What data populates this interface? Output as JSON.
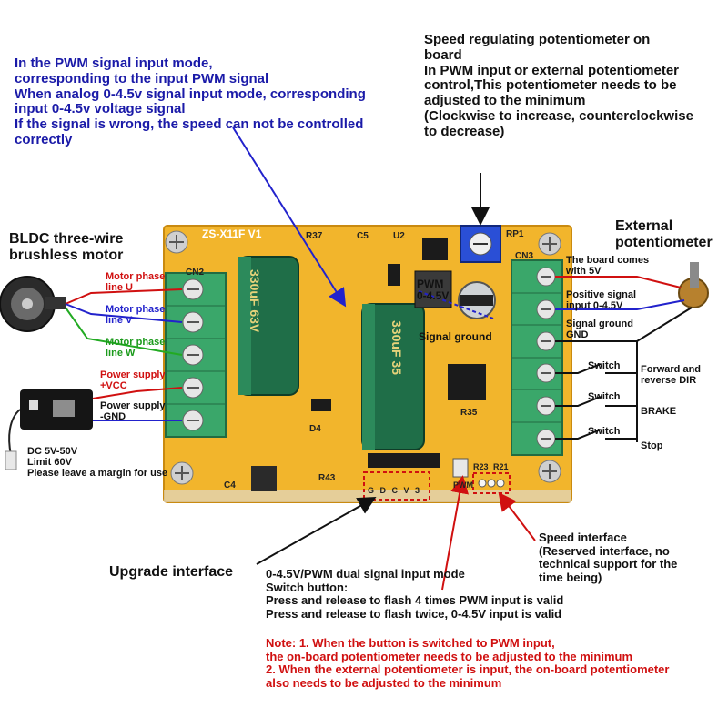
{
  "top_note": {
    "lines": [
      "In the PWM signal input mode,",
      "corresponding to the input PWM signal",
      "When analog 0-4.5v signal input mode, corresponding",
      "input 0-4.5v voltage signal",
      "If the signal is wrong, the speed can not be controlled",
      "correctly"
    ]
  },
  "pot_note": {
    "lines": [
      "Speed regulating potentiometer on",
      "board",
      "In PWM input or external potentiometer",
      "control,This potentiometer needs to be",
      "adjusted to the minimum",
      "(Clockwise to increase, counterclockwise",
      "to decrease)"
    ]
  },
  "motor": {
    "lines": [
      "BLDC three-wire",
      "brushless motor"
    ]
  },
  "ext_pot": {
    "lines": [
      "External",
      "potentiometer"
    ]
  },
  "left_labels": {
    "phase_u": [
      "Motor phase",
      "line U"
    ],
    "phase_v": [
      "Motor phase",
      "line V"
    ],
    "phase_w": [
      "Motor phase",
      "line W"
    ],
    "vcc": [
      "Power supply",
      "+VCC"
    ],
    "gnd": [
      "Power supply",
      "-GND"
    ]
  },
  "power": {
    "lines": [
      "DC 5V-50V",
      "Limit 60V",
      "Please leave a margin for use"
    ]
  },
  "right_labels": {
    "five_v": [
      "The board comes",
      "with 5V"
    ],
    "signal": [
      "Positive signal",
      "input 0-4.5V"
    ],
    "ground": [
      "Signal ground",
      "GND"
    ],
    "switch": "Switch",
    "dir": [
      "Forward and",
      "reverse DIR"
    ],
    "brake": "BRAKE",
    "stop": "Stop"
  },
  "board_overlay": {
    "pwm": [
      "PWM",
      "0-4.5V"
    ],
    "signal_ground": "Signal ground"
  },
  "board_silk": {
    "model": "ZS-X11F V1",
    "cap_text": "330uF 63V",
    "cap_text2": "330uF 35",
    "r37": "R37",
    "c5": "C5",
    "u2": "U2",
    "rp1": "RP1",
    "cn2": "CN2",
    "cn3": "CN3",
    "d4": "D4",
    "r35": "R35",
    "c4": "C4",
    "r43": "R43",
    "pwm_sw": "PWM",
    "r23": "R23",
    "r21": "R21",
    "upgrade_pins": "G D C V 3"
  },
  "upgrade": {
    "label": "Upgrade interface"
  },
  "mode_note": {
    "lines": [
      "0-4.5V/PWM dual signal input mode",
      "Switch button:",
      "Press and release to flash 4 times PWM input is valid",
      "Press and release to flash twice, 0-4.5V input is valid"
    ]
  },
  "speed_if": {
    "lines": [
      "Speed interface",
      "(Reserved interface, no",
      "technical support for the",
      "time being)"
    ]
  },
  "warn_note": {
    "lines": [
      "Note: 1. When the button is switched to PWM input,",
      "the on-board potentiometer needs to be adjusted to the minimum",
      "2. When the external potentiometer is input, the on-board potentiometer",
      "also needs to be adjusted to the minimum"
    ]
  },
  "colors": {
    "blue_text": "#1a1aa8",
    "red_text": "#d01010",
    "pcb": "#f2b52c",
    "terminal": "#3aa76a",
    "capacitor": "#1f6e48",
    "wire_blue": "#2222cc",
    "wire_red": "#d01010",
    "wire_green": "#22aa22"
  }
}
